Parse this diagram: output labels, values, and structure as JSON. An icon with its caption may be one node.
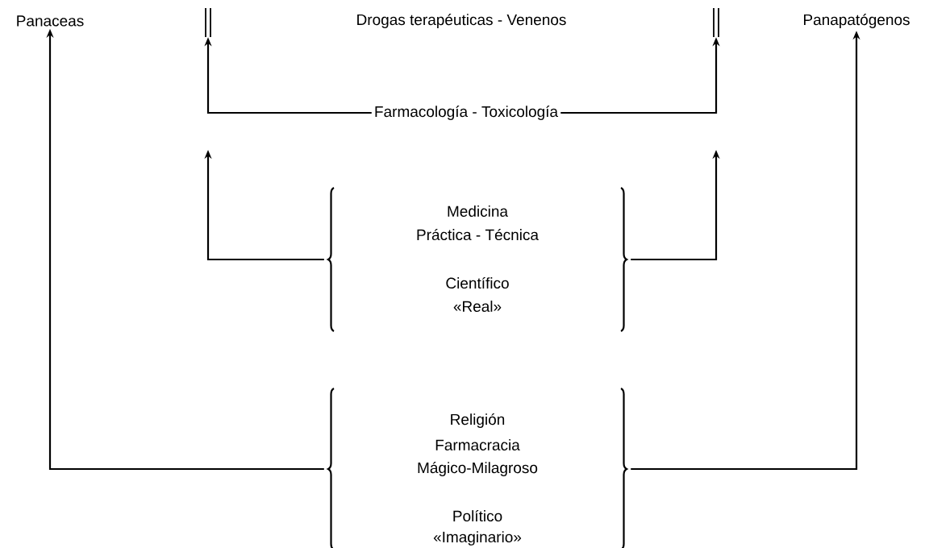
{
  "diagram": {
    "nodes": [
      {
        "text": [
          "Panaceas"
        ]
      },
      {
        "text": [
          "Drogas terapéuticas - Venenos"
        ]
      },
      {
        "text": [
          "Panapatógenos"
        ]
      },
      {
        "text": [],
        "shape": "bar"
      },
      {
        "text": [],
        "shape": "bar"
      },
      {
        "text": [
          "Farmacología - Toxicología"
        ]
      },
      {
        "text": [
          "Medicina",
          "Práctica - Técnica",
          "Científico",
          "«Real»"
        ]
      },
      {
        "text": [
          "Religión",
          "Farmacracia",
          "Mágico-Milagroso",
          "Político",
          "«Imaginario»"
        ]
      }
    ],
    "edges": [
      {
        "from": 5,
        "to": 3,
        "arrow": "to"
      },
      {
        "from": 5,
        "to": 4,
        "arrow": "to"
      },
      {
        "from": 6,
        "to": null,
        "arrow": "to"
      },
      {
        "from": 6,
        "to": null,
        "arrow": "to"
      },
      {
        "from": 7,
        "to": 0,
        "arrow": "to"
      },
      {
        "from": 7,
        "to": 2,
        "arrow": "to"
      }
    ]
  }
}
